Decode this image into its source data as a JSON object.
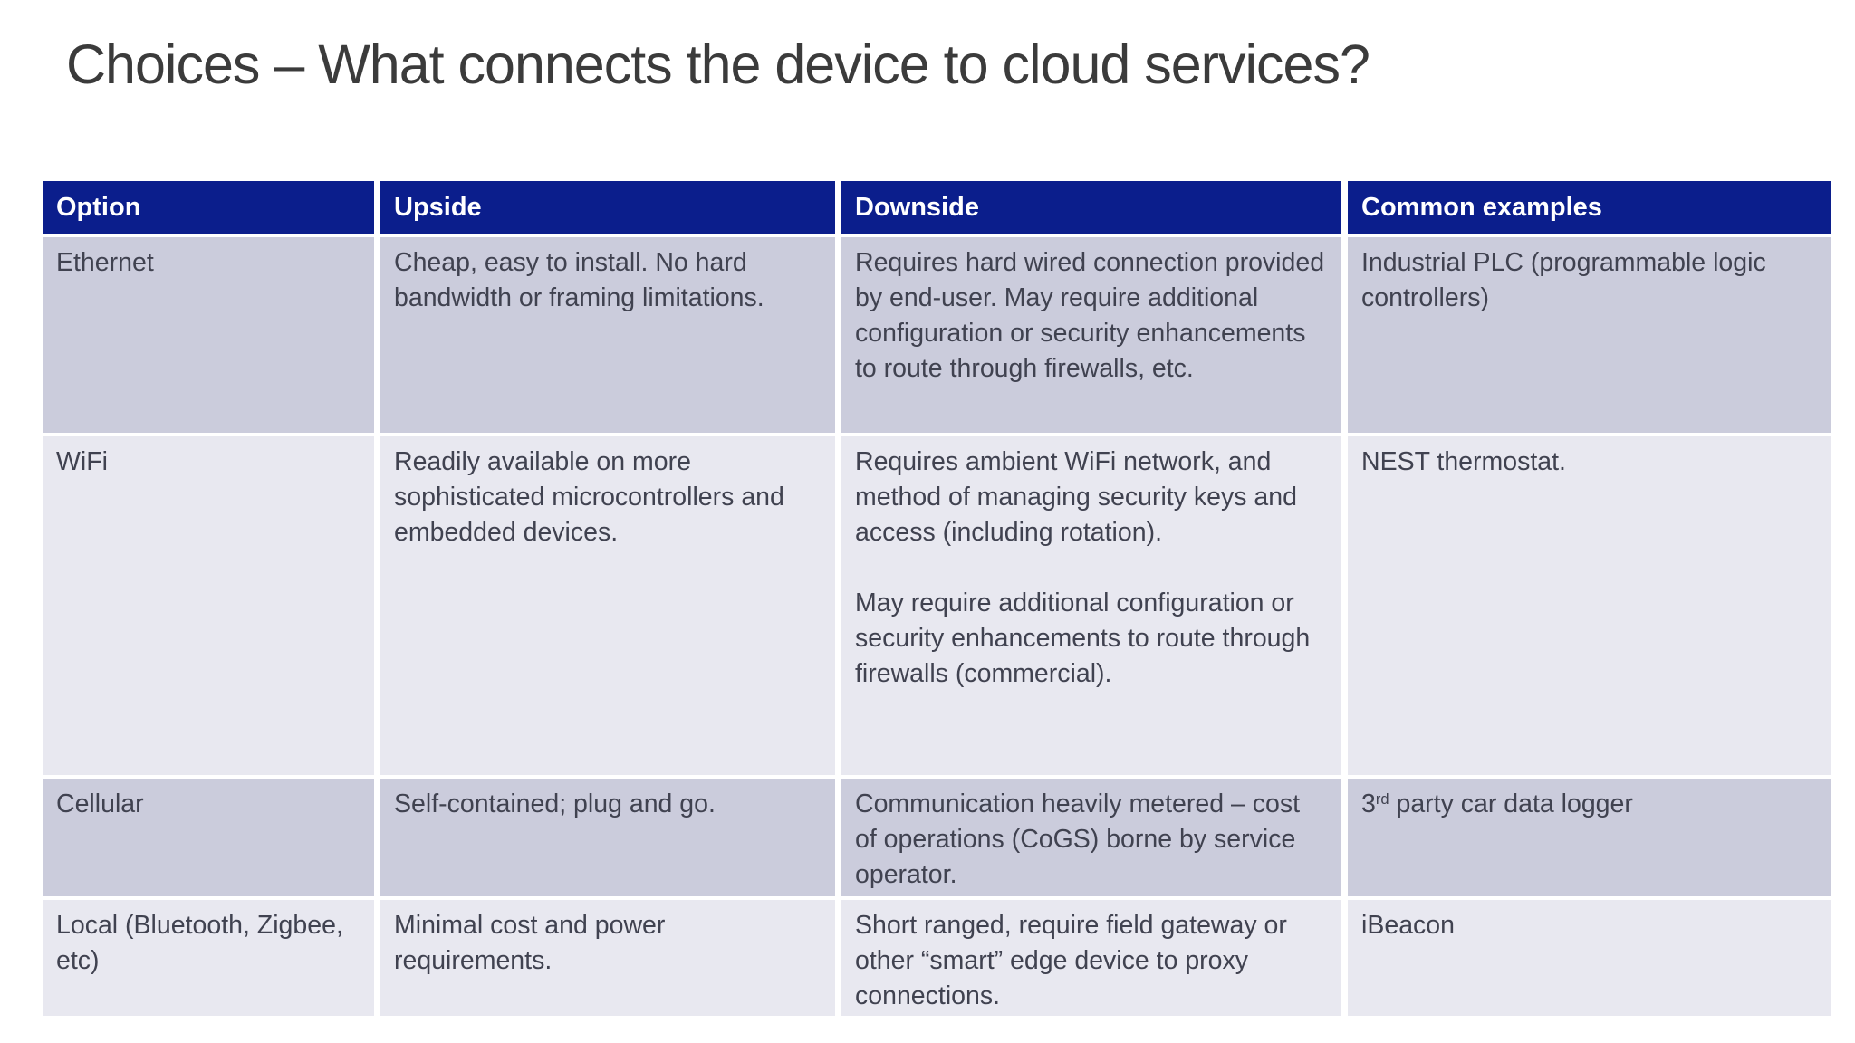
{
  "slide": {
    "title": "Choices – What connects the device to cloud services?"
  },
  "colors": {
    "header_bg": "#0b1e8c",
    "header_text": "#ffffff",
    "row_dark_bg": "#cbccdc",
    "row_light_bg": "#e8e8f0",
    "body_text": "#404250",
    "title_text": "#3b3b3b",
    "slide_bg": "#ffffff"
  },
  "table": {
    "headers": [
      "Option",
      "Upside",
      "Downside",
      "Common examples"
    ],
    "rows": [
      {
        "option": "Ethernet",
        "upside": [
          "Cheap, easy to install.  No hard bandwidth or framing limitations."
        ],
        "downside": [
          "Requires hard wired connection provided by end-user.  May require additional configuration or security enhancements to route through firewalls, etc."
        ],
        "examples": [
          "Industrial PLC (programmable logic controllers)"
        ]
      },
      {
        "option": "WiFi",
        "upside": [
          "Readily available on more sophisticated microcontrollers and embedded devices."
        ],
        "downside": [
          "Requires ambient WiFi network, and method of managing security keys and access (including rotation).",
          "May require additional configuration or security enhancements to route through firewalls (commercial)."
        ],
        "examples": [
          "NEST thermostat."
        ]
      },
      {
        "option": "Cellular",
        "upside": [
          "Self-contained; plug and go."
        ],
        "downside": [
          "Communication heavily metered – cost of operations (CoGS) borne by service operator."
        ],
        "examples_parts": {
          "base": "3",
          "sup": "rd",
          "rest": " party car data logger"
        }
      },
      {
        "option": "Local (Bluetooth, Zigbee, etc)",
        "upside": [
          "Minimal cost and power requirements."
        ],
        "downside": [
          "Short ranged, require field gateway or other “smart” edge device to proxy connections."
        ],
        "examples": [
          "iBeacon"
        ]
      }
    ]
  }
}
